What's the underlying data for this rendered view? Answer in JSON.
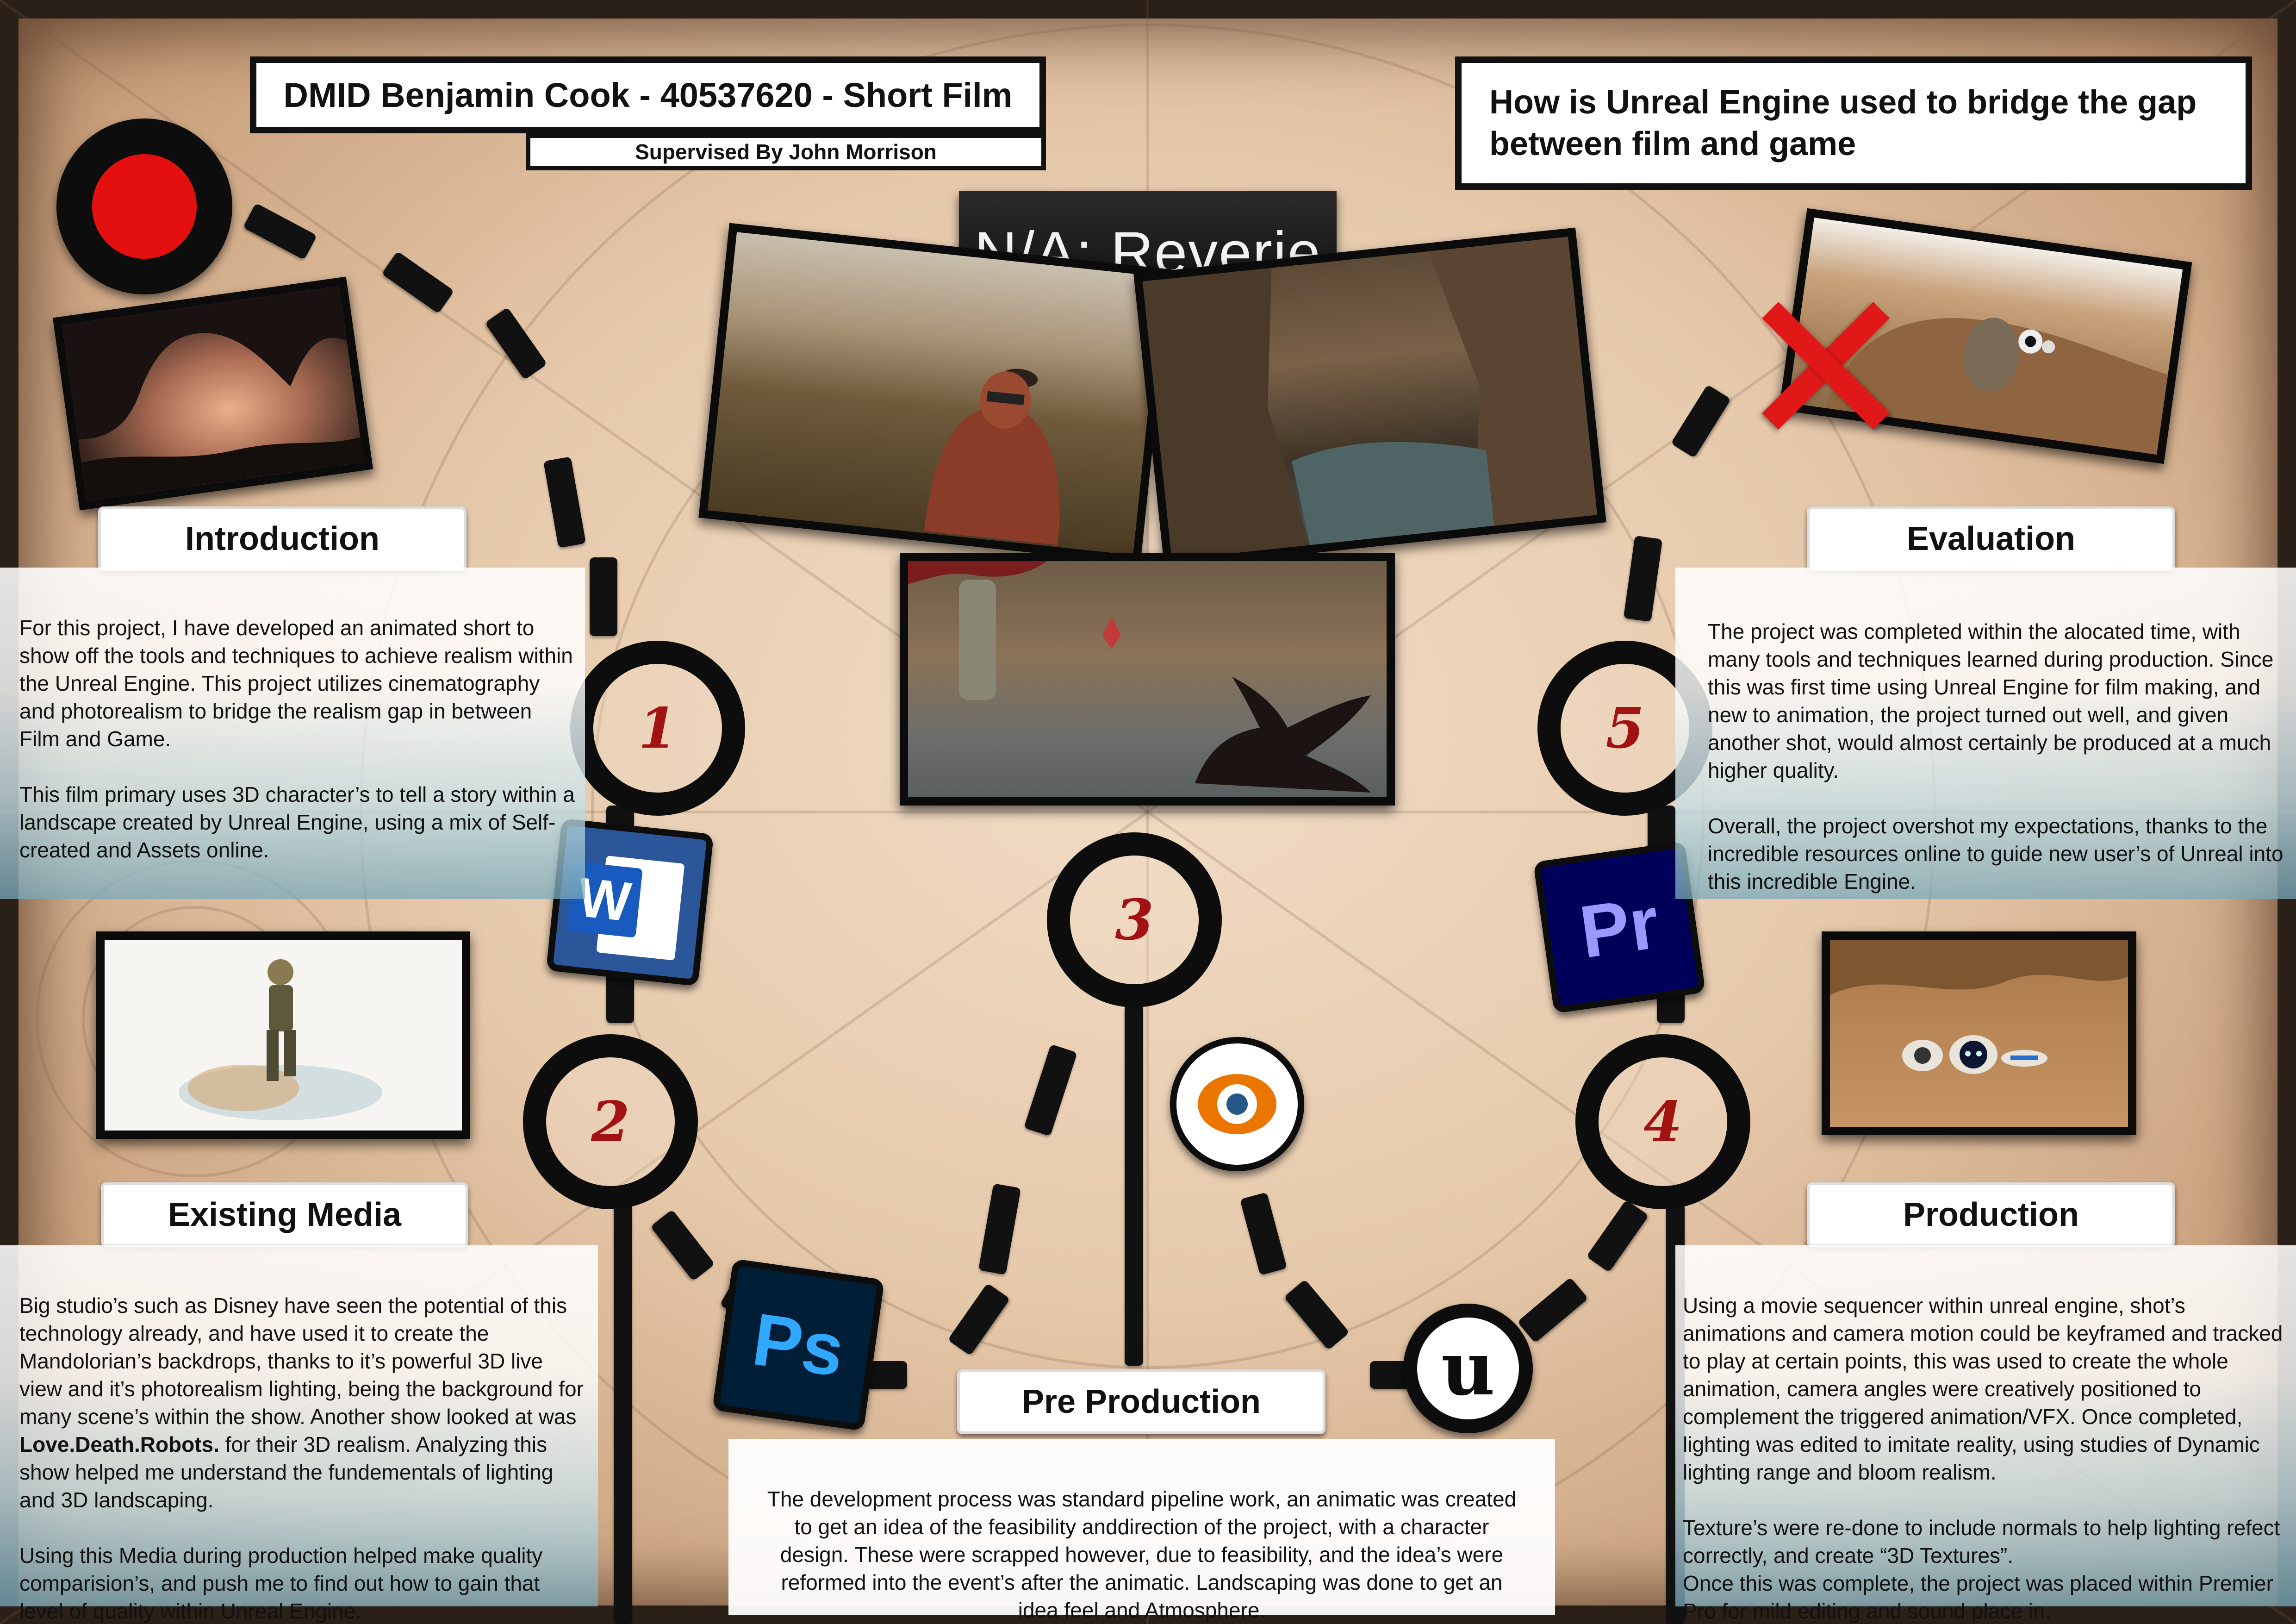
{
  "header": {
    "title": "DMID Benjamin Cook - 40537620 - Short Film",
    "supervisor": "Supervised By John Morrison",
    "question": "How is Unreal Engine used to bridge the gap between film and game",
    "film_title": "N/A: Reverie"
  },
  "sections": {
    "introduction": {
      "label": "Introduction",
      "number": "1",
      "text": "For this project, I have developed an animated short to show off the tools and techniques to achieve realism within the Unreal Engine. This project utilizes cinematography and photorealism to bridge the realism gap in between Film and Game.\n\nThis film primary uses 3D character’s to tell a story within a landscape created by Unreal Engine, using a mix of Self-created and Assets online."
    },
    "existing_media": {
      "label": "Existing Media",
      "number": "2",
      "text_a": "Big studio’s such as Disney have seen the potential of this technology already, and have used it to create the Mandolorian’s backdrops, thanks to it’s powerful 3D live view and it’s photorealism lighting, being the background for many scene’s within the show. Another show looked at was ",
      "text_bold": "Love.Death.Robots.",
      "text_b": " for their 3D realism. Analyzing this show helped me understand the fundementals of lighting and 3D landscaping.\n\nUsing this Media during production helped make quality comparision’s, and push me to find out how to gain that level of quality within Unreal Engine."
    },
    "pre_production": {
      "label": "Pre Production",
      "number": "3",
      "text": "The development process was standard pipeline work, an animatic was created to get an idea of the feasibility anddirection of the project, with a character design. These were scrapped however, due to feasibility, and the idea’s were reformed into the event’s after the animatic. Landscaping was done to get an idea feel and Atmosphere."
    },
    "production": {
      "label": "Production",
      "number": "4",
      "text": "Using a movie sequencer within unreal engine, shot’s animations and camera motion could be keyframed and tracked to play at certain points, this was used to create the whole animation, camera angles were creatively positioned to complement the triggered animation/VFX. Once completed, lighting was edited to imitate reality, using studies of Dynamic lighting range and bloom realism.\n\nTexture’s were re-done to include normals to help lighting refect correctly, and create “3D Textures”.\nOnce this was complete, the project was placed within Premier Pro for mild editing and sound place in."
    },
    "evaluation": {
      "label": "Evaluation",
      "number": "5",
      "text": "The project was completed within the alocated time, with many tools and techniques learned during production. Since this was first time using Unreal Engine for film making, and new to animation, the project turned out well, and given another shot, would almost certainly be produced at a much higher quality.\n\nOverall, the project overshot my expectations, thanks to the incredible resources online to guide new user’s of Unreal into this incredible Engine."
    }
  },
  "icons": {
    "word": "W",
    "photoshop": "Ps",
    "premiere": "Pr",
    "blender": "blender-icon",
    "unreal": "unreal-engine-icon",
    "record": "record-icon"
  },
  "colors": {
    "number": "#a31212",
    "record": "#e41010",
    "cross": "#e01818",
    "word": "#2b579a",
    "photoshop": "#31a8ff",
    "premiere": "#9999ff"
  }
}
